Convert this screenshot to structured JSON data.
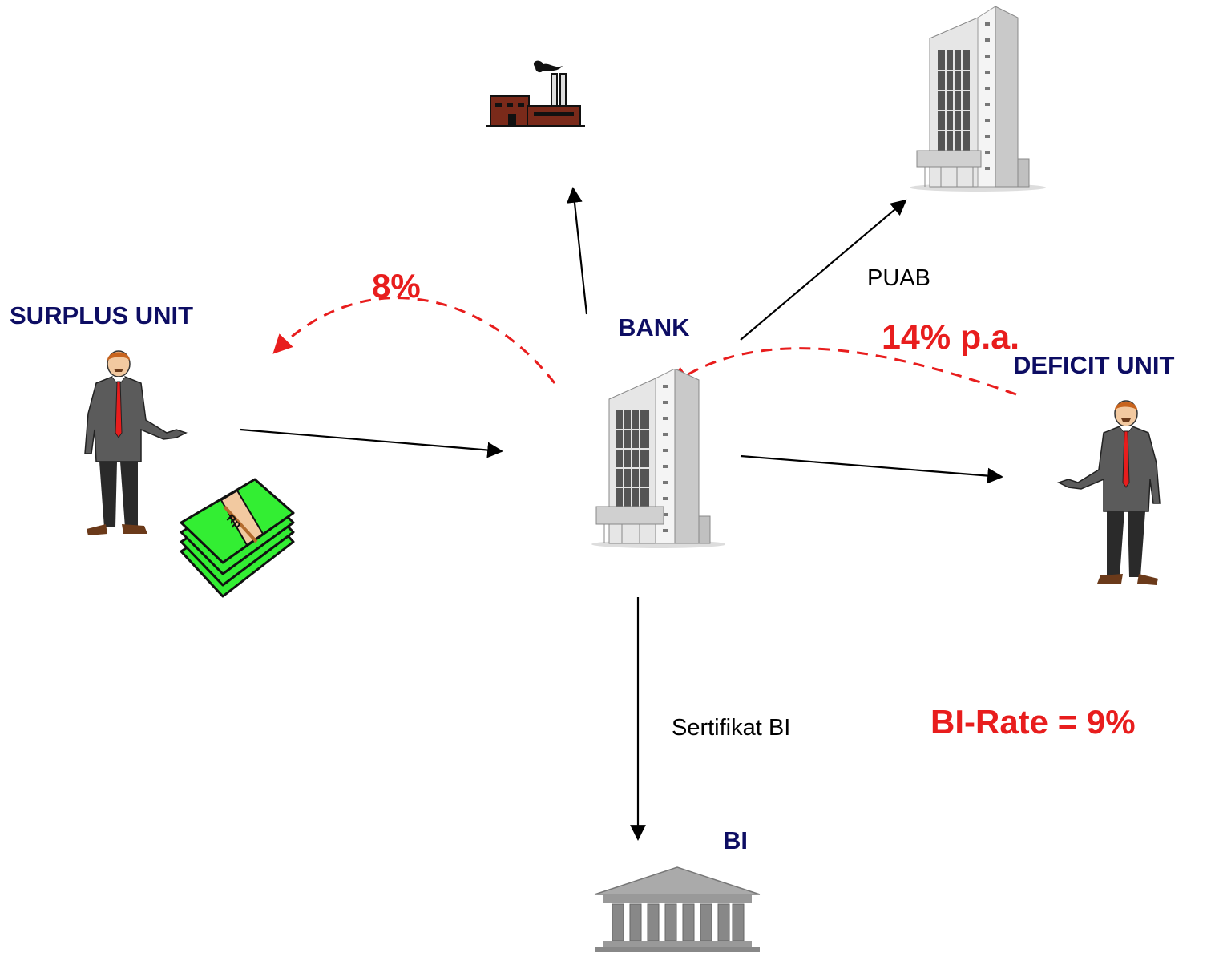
{
  "labels": {
    "surplus_unit": "SURPLUS UNIT",
    "bank": "BANK",
    "deficit_unit": "DEFICIT UNIT",
    "bi": "BI",
    "puab": "PUAB",
    "sertifikat_bi": "Sertifikat BI",
    "rate_deposit": "8%",
    "rate_loan": "14% p.a.",
    "bi_rate": "BI-Rate = 9%"
  },
  "icons": {
    "factory": "factory-icon",
    "office_building": "office-building-icon",
    "bank_building": "bank-building-icon",
    "businessman_left": "businessman-icon",
    "businessman_right": "businessman-icon",
    "money_stack": "money-stack-icon",
    "central_bank": "central-bank-icon"
  },
  "colors": {
    "label_navy": "#0d0d63",
    "rate_red": "#e81d1d",
    "money_green": "#33ee33",
    "factory_brown": "#7a2a1a"
  }
}
